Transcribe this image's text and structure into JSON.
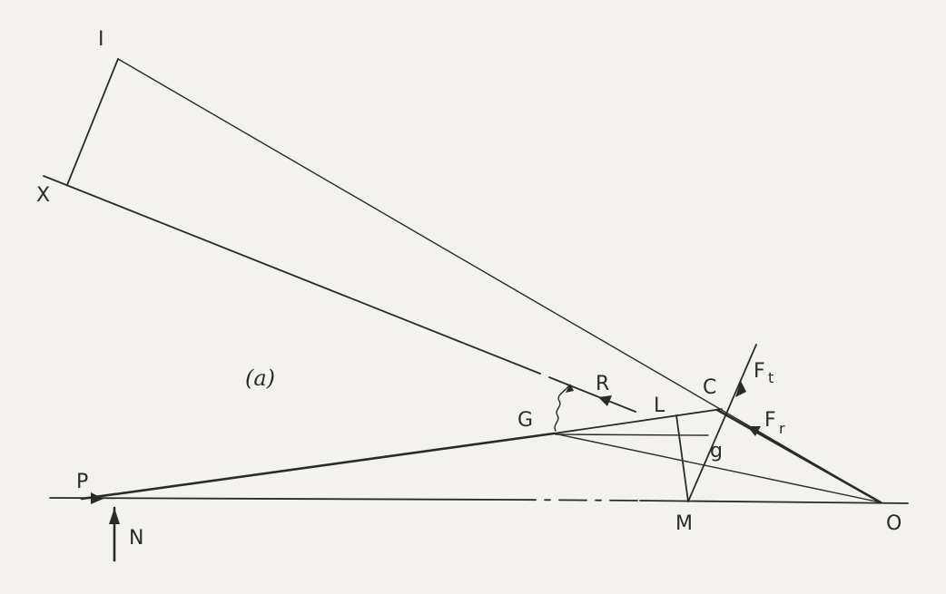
{
  "diagram": {
    "panel_label": "(a)",
    "points": {
      "I": "I",
      "X": "X",
      "C": "C",
      "L": "L",
      "G": "G",
      "g": "g",
      "M": "M",
      "O": "O",
      "P": "P",
      "N": "N"
    },
    "forces": {
      "R": "R",
      "Ft_main": "F",
      "Ft_sub": "t",
      "Fr_main": "F",
      "Fr_sub": "r"
    },
    "colors": {
      "ink": "#2a2a2a",
      "paper": "#f4f2ee"
    }
  }
}
